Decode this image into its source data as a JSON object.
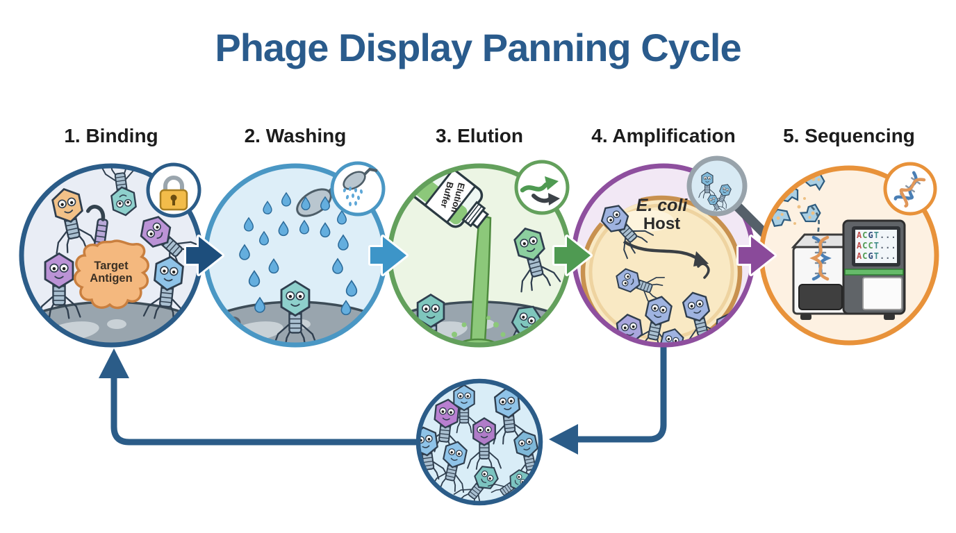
{
  "title": "Phage Display Panning Cycle",
  "steps": [
    {
      "label": "1. Binding",
      "border_color": "#2b5c88",
      "fill_color": "#e9edf5",
      "badge_icon": "lock-icon"
    },
    {
      "label": "2. Washing",
      "border_color": "#4a97c4",
      "fill_color": "#ddeef8",
      "badge_icon": "shower-icon"
    },
    {
      "label": "3. Elution",
      "border_color": "#63a05c",
      "fill_color": "#ecf5e4",
      "badge_icon": "release-arrows-icon"
    },
    {
      "label": "4. Amplification",
      "border_color": "#8e4f9e",
      "fill_color": "#f2e8f5",
      "badge_icon": "magnifier-icon"
    },
    {
      "label": "5. Sequencing",
      "border_color": "#e8923a",
      "fill_color": "#fdf1e2",
      "badge_icon": "dna-icon"
    }
  ],
  "labels": {
    "target_antigen": "Target Antigen",
    "elution_bottle": "Elution Buffer",
    "ecoli_line1": "E. coli",
    "ecoli_line2": "Host"
  },
  "sequencer_screen": {
    "lines": [
      "ACGT...",
      "ACCT...",
      "ACGT..."
    ],
    "base_colors": {
      "A": "#c0504d",
      "C": "#4f9a52",
      "G": "#2e4a7a",
      "T": "#3f8a8a",
      "*": "#556070"
    }
  },
  "connector_arrow_colors": [
    "#1d4e7c",
    "#3d95c8",
    "#4f9a52",
    "#8a4a9a"
  ],
  "cycle_arrow_color": "#2b5c88",
  "pool": {
    "border_color": "#2b5c88",
    "fill_color": "#d9edf7"
  },
  "other_icons": [
    "phage-icon",
    "dna-helix-icon",
    "sequencer-machine-icon",
    "target-antigen-blob",
    "ecoli-cell",
    "surface-dome",
    "shower-head-icon",
    "elution-bottle-icon"
  ]
}
